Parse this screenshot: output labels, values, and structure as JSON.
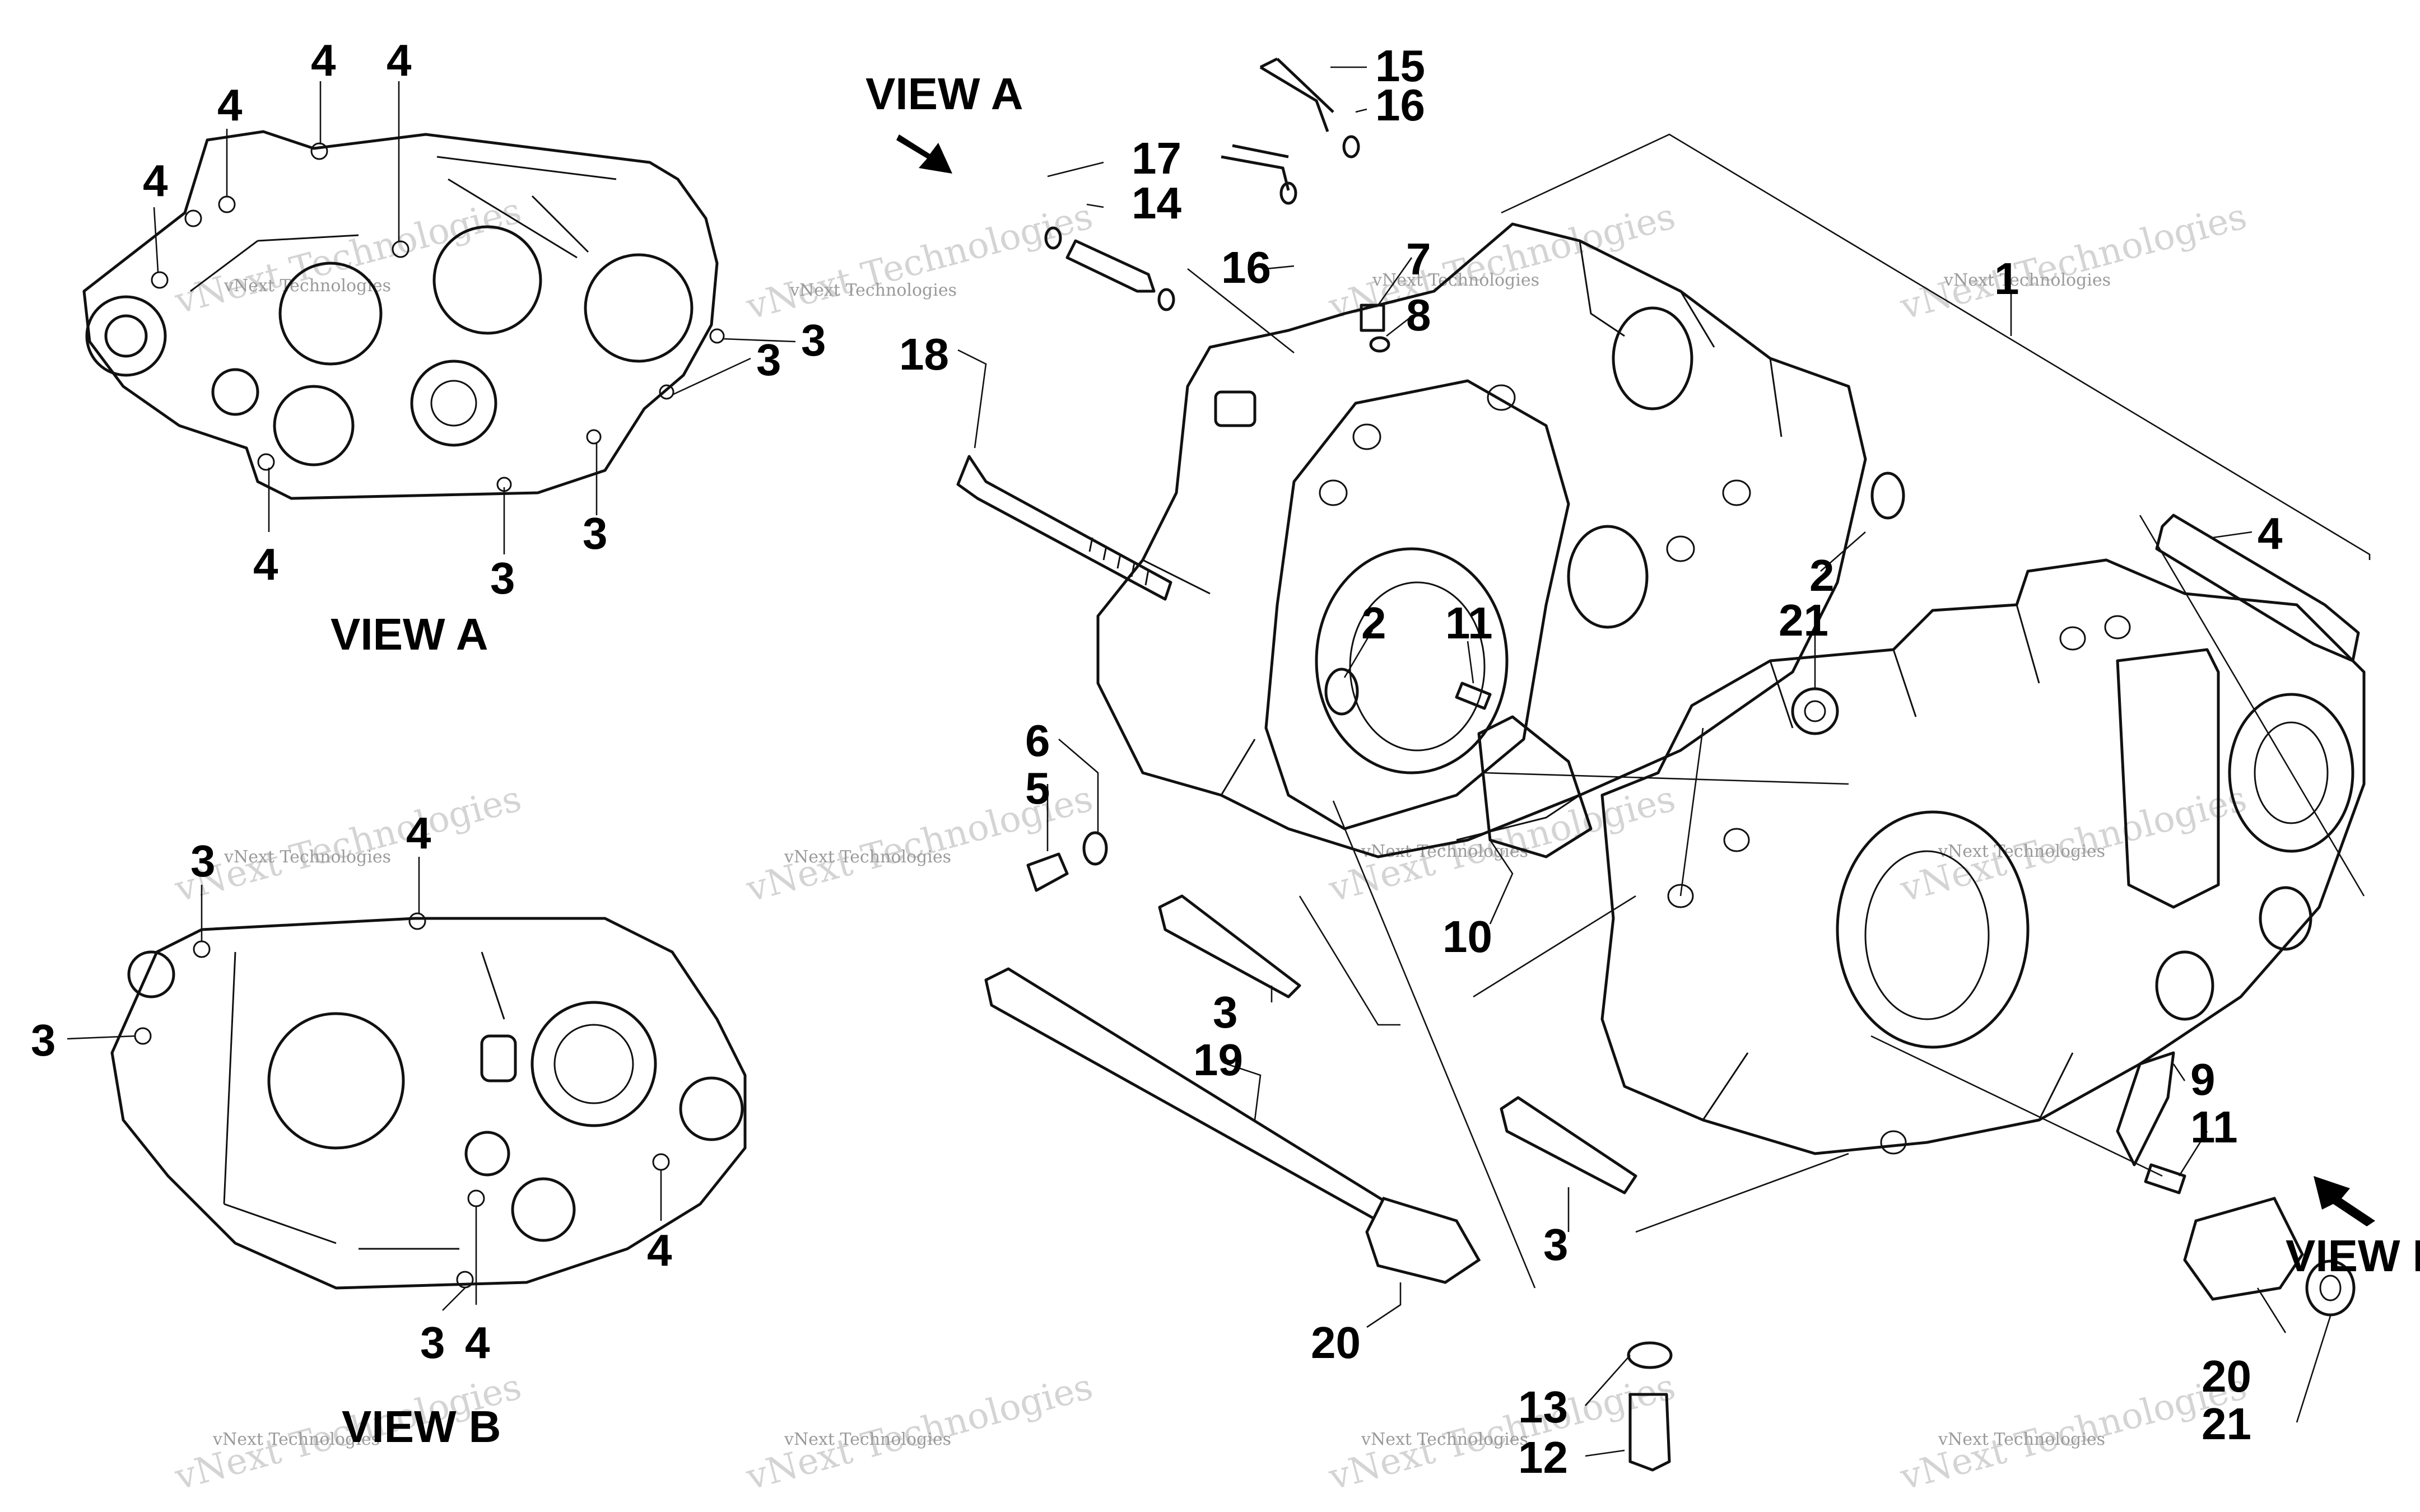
{
  "captions": {
    "view_a_top": "VIEW A",
    "view_a": "VIEW A",
    "view_b": "VIEW B",
    "view_b_arrow": "VIEW B"
  },
  "callouts": {
    "c1": "1",
    "c2a": "2",
    "c2b": "2",
    "c3a": "3",
    "c3b": "3",
    "c4": "4",
    "c5": "5",
    "c6": "6",
    "c7": "7",
    "c8": "8",
    "c9": "9",
    "c10": "10",
    "c11a": "11",
    "c11b": "11",
    "c12": "12",
    "c13": "13",
    "c14": "14",
    "c15": "15",
    "c16a": "16",
    "c16b": "16",
    "c17": "17",
    "c18": "18",
    "c19": "19",
    "c20a": "20",
    "c20b": "20",
    "c21a": "21",
    "c21b": "21"
  },
  "view_a_callouts": {
    "t4a": "4",
    "t4b": "4",
    "t4c": "4",
    "t4d": "4",
    "t4e": "4",
    "t3a": "3",
    "t3b": "3",
    "t3c": "3",
    "t3d": "3"
  },
  "view_b_callouts": {
    "b3a": "3",
    "b3b": "3",
    "b3c": "3",
    "b4a": "4",
    "b4b": "4",
    "b4c": "4"
  },
  "watermark": {
    "large": "vNext Technologies",
    "small": "vNext Technologies"
  }
}
